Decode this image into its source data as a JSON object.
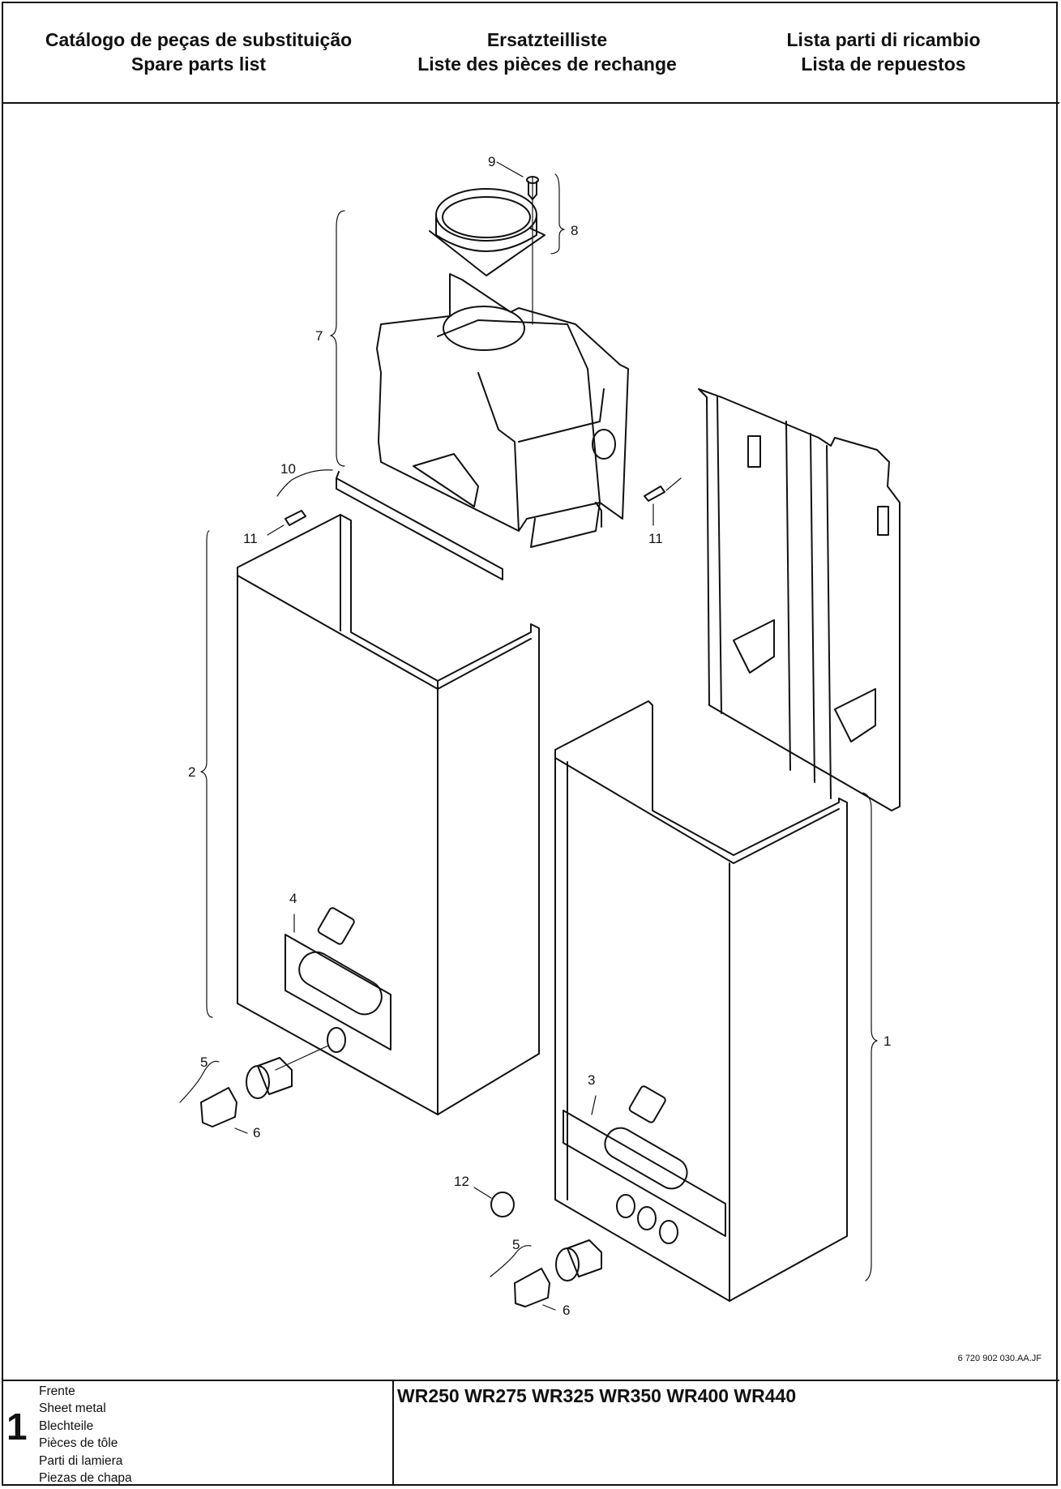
{
  "header": {
    "col1": [
      "Catálogo de peças de substituição",
      "Spare parts list"
    ],
    "col2": [
      "Ersatzteilliste",
      "Liste des pièces de rechange"
    ],
    "col3": [
      "Lista parti di ricambio",
      "Lista de repuestos"
    ]
  },
  "drawing": {
    "reference": "6 720 902 030.AA.JF",
    "callouts": [
      "9",
      "8",
      "7",
      "10",
      "11",
      "11",
      "2",
      "4",
      "5",
      "6",
      "3",
      "12",
      "5",
      "6",
      "1"
    ]
  },
  "footer": {
    "sheet_number": "1",
    "categories": [
      "Frente",
      "Sheet metal",
      "Blechteile",
      "Pièces de tôle",
      "Parti di lamiera",
      "Piezas de chapa"
    ],
    "models": "WR250 WR275 WR325 WR350 WR400 WR440"
  }
}
